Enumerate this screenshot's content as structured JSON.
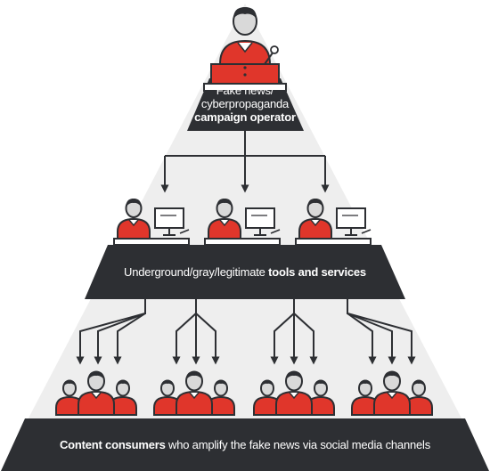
{
  "tiers": {
    "operator": {
      "line1": "Fake news/",
      "line2": "cyberpropaganda",
      "line3": "campaign operator"
    },
    "tools": {
      "normal": "Underground/gray/legitimate ",
      "bold": "tools and services"
    },
    "consumers": {
      "bold": "Content consumers",
      "normal": " who amplify the fake news via social media channels"
    }
  },
  "colors": {
    "band": "#2d2f33",
    "pyramid": "#eeeeee",
    "accent": "#e0362b",
    "stroke": "#2d2f33",
    "skin": "#d9d9d9"
  }
}
